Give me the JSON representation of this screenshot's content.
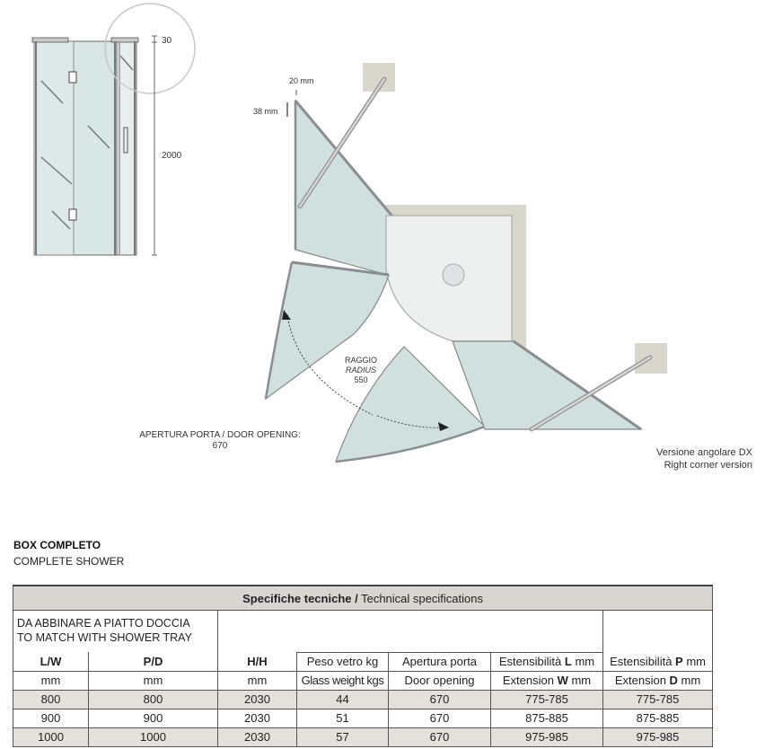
{
  "drawing": {
    "dim_top": "30",
    "dim_height": "2000",
    "dim_20": "20 mm",
    "dim_38": "38 mm",
    "radius_it": "RAGGIO",
    "radius_en": "RADIUS",
    "radius_val": "550",
    "door_opening_label": "APERTURA PORTA / DOOR OPENING:",
    "door_opening_val": "670",
    "version_it": "Versione angolare DX",
    "version_en": "Right corner version"
  },
  "section": {
    "title": "BOX COMPLETO",
    "subtitle": "COMPLETE SHOWER"
  },
  "table": {
    "header_bold": "Specifiche tecniche /",
    "header_normal": " Technical specifications",
    "tray_line1": "DA ABBINARE A PIATTO DOCCIA",
    "tray_line2": "TO MATCH WITH SHOWER TRAY",
    "cols": {
      "lw": "L/W",
      "pd": "P/D",
      "hh": "H/H",
      "weight": "Peso vetro kg",
      "opening": "Apertura porta",
      "ext_l_pre": "Estensibilità ",
      "ext_l_bold": "L",
      "ext_l_post": " mm",
      "ext_p_pre": "Estensibilità ",
      "ext_p_bold": "P",
      "ext_p_post": " mm"
    },
    "units": {
      "lw": "mm",
      "pd": "mm",
      "hh": "mm",
      "weight": "Glass weight kgs",
      "opening": "Door opening",
      "ext_w_pre": "Extension ",
      "ext_w_bold": "W",
      "ext_w_post": " mm",
      "ext_d_pre": "Extension ",
      "ext_d_bold": "D",
      "ext_d_post": " mm"
    },
    "rows": [
      {
        "lw": "800",
        "pd": "800",
        "hh": "2030",
        "weight": "44",
        "opening": "670",
        "ext_l": "775-785",
        "ext_p": "775-785"
      },
      {
        "lw": "900",
        "pd": "900",
        "hh": "2030",
        "weight": "51",
        "opening": "670",
        "ext_l": "875-885",
        "ext_p": "875-885"
      },
      {
        "lw": "1000",
        "pd": "1000",
        "hh": "2030",
        "weight": "57",
        "opening": "670",
        "ext_l": "975-985",
        "ext_p": "975-985"
      }
    ]
  },
  "colors": {
    "glass": "#cfe0df",
    "frame": "#8a8e92",
    "wall": "#d9d6cc",
    "tray": "#eef0f0",
    "shade": "#e4e1dd"
  }
}
